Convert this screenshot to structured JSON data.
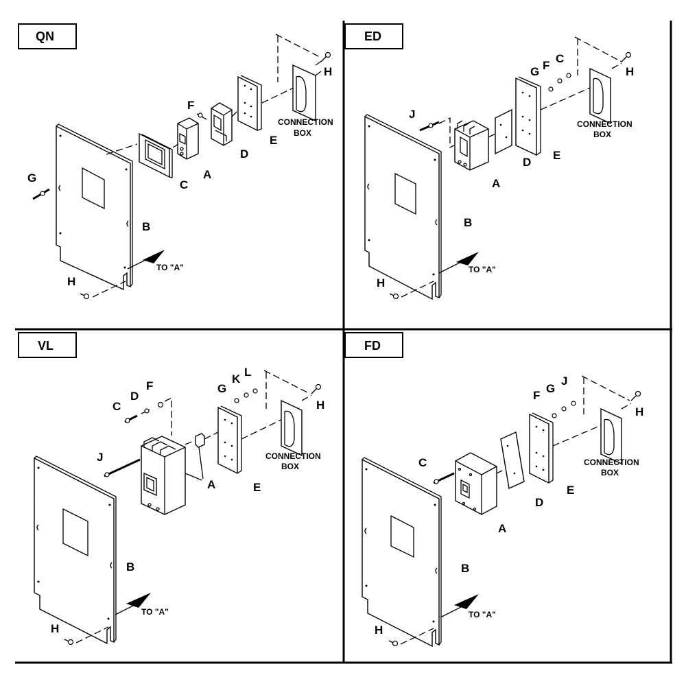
{
  "quadrants": {
    "qn": {
      "title": "QN",
      "labels": {
        "A": "A",
        "B": "B",
        "C": "C",
        "D": "D",
        "E": "E",
        "F": "F",
        "G": "G",
        "H_top": "H",
        "H_bottom": "H"
      },
      "to_a": "TO \"A\"",
      "connection_box_line1": "CONNECTION",
      "connection_box_line2": "BOX"
    },
    "ed": {
      "title": "ED",
      "labels": {
        "A": "A",
        "B": "B",
        "C": "C",
        "D": "D",
        "E": "E",
        "F": "F",
        "G": "G",
        "J": "J",
        "H_top": "H",
        "H_bottom": "H"
      },
      "to_a": "TO \"A\"",
      "connection_box_line1": "CONNECTION",
      "connection_box_line2": "BOX"
    },
    "vl": {
      "title": "VL",
      "labels": {
        "A": "A",
        "B": "B",
        "C": "C",
        "D": "D",
        "E": "E",
        "F": "F",
        "G": "G",
        "J": "J",
        "K": "K",
        "L": "L",
        "H_top": "H",
        "H_bottom": "H"
      },
      "to_a": "TO \"A\"",
      "connection_box_line1": "CONNECTION",
      "connection_box_line2": "BOX"
    },
    "fd": {
      "title": "FD",
      "labels": {
        "A": "A",
        "B": "B",
        "C": "C",
        "D": "D",
        "E": "E",
        "F": "F",
        "G": "G",
        "J": "J",
        "H_top": "H",
        "H_bottom": "H"
      },
      "to_a": "TO \"A\"",
      "connection_box_line1": "CONNECTION",
      "connection_box_line2": "BOX"
    }
  }
}
